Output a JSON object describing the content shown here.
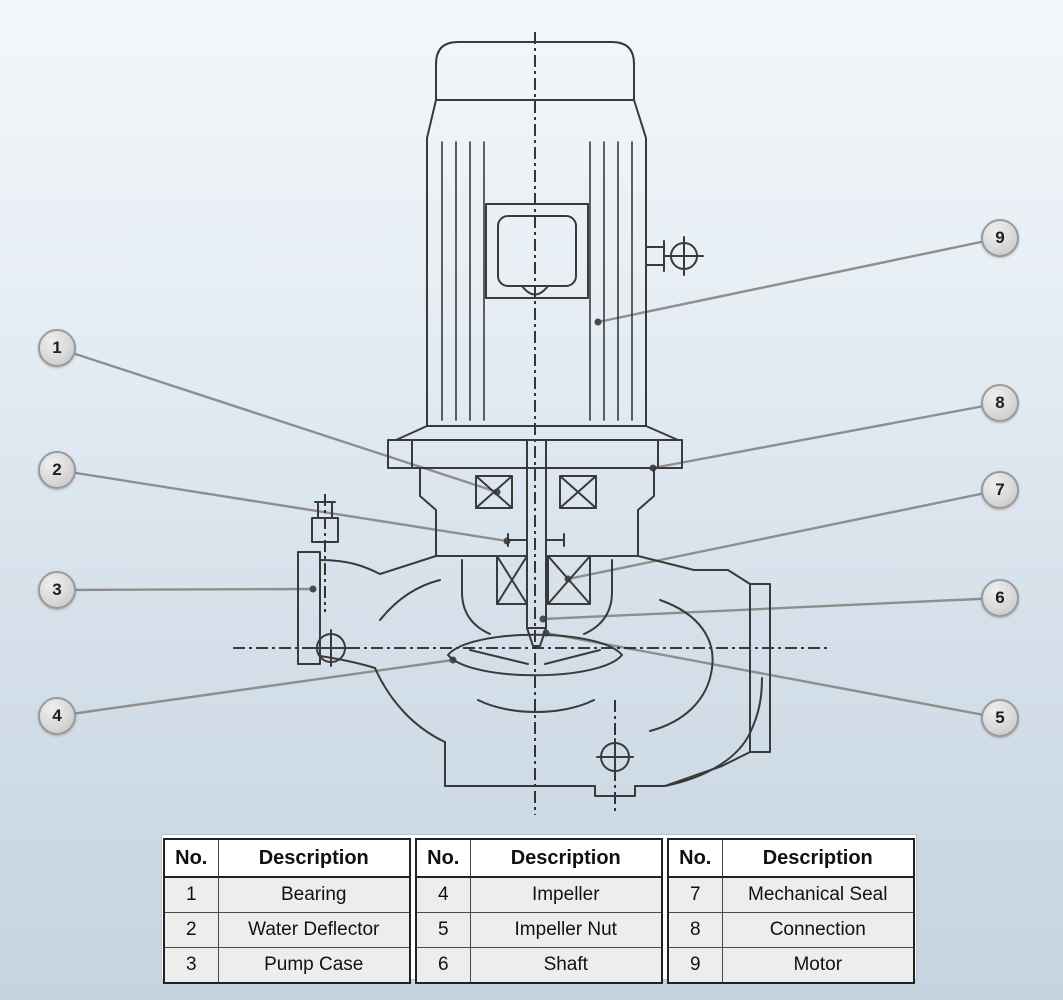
{
  "page": {
    "background_top": "#f3f7fa",
    "background_bottom": "#c6d4e1",
    "line_color": "#3a3a3a",
    "leader_color": "#8e8e8e",
    "callout_fill": "#d9d9d9",
    "callout_border": "#9a9a9a"
  },
  "callouts": [
    {
      "number": "1"
    },
    {
      "number": "2"
    },
    {
      "number": "3"
    },
    {
      "number": "4"
    },
    {
      "number": "5"
    },
    {
      "number": "6"
    },
    {
      "number": "7"
    },
    {
      "number": "8"
    },
    {
      "number": "9"
    }
  ],
  "table": {
    "header": {
      "no": "No.",
      "description": "Description"
    },
    "groups": [
      {
        "rows": [
          {
            "no": "1",
            "desc": "Bearing"
          },
          {
            "no": "2",
            "desc": "Water Deflector"
          },
          {
            "no": "3",
            "desc": "Pump Case"
          }
        ]
      },
      {
        "rows": [
          {
            "no": "4",
            "desc": "Impeller"
          },
          {
            "no": "5",
            "desc": "Impeller Nut"
          },
          {
            "no": "6",
            "desc": "Shaft"
          }
        ]
      },
      {
        "rows": [
          {
            "no": "7",
            "desc": "Mechanical Seal"
          },
          {
            "no": "8",
            "desc": "Connection"
          },
          {
            "no": "9",
            "desc": "Motor"
          }
        ]
      }
    ]
  }
}
